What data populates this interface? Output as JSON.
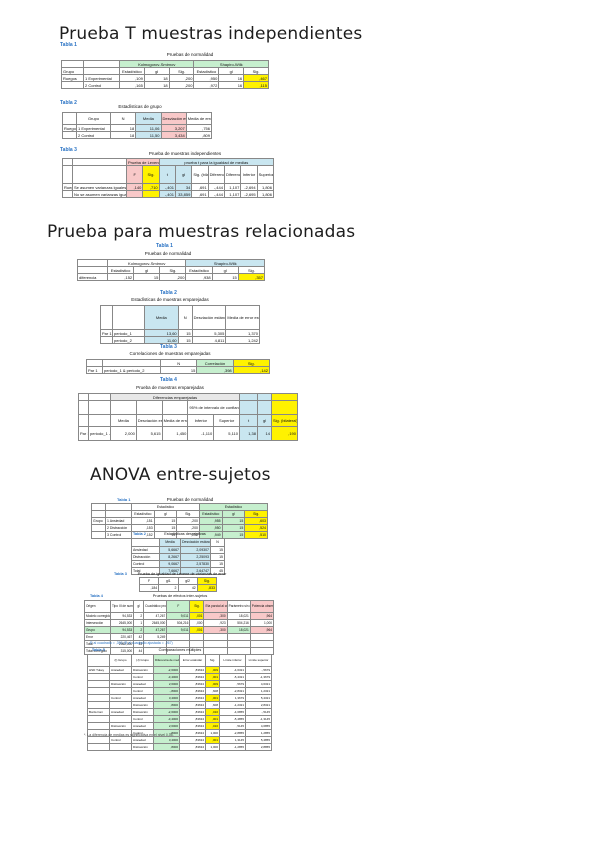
{
  "sections": {
    "t_indep": "Prueba T muestras independientes",
    "t_rel": "Prueba para muestras relacionadas",
    "anova": "ANOVA entre-sujetos"
  },
  "tindep": {
    "tabla1_label": "Tabla 1",
    "tabla1_caption": "Pruebas de normalidad",
    "t1_head1": "Kolmogorov-Smirnov",
    "t1_head2": "Shapiro-Wilk",
    "t1_cols": [
      "Estadístico",
      "gl",
      "Sig.",
      "Estadístico",
      "gl",
      "Sig."
    ],
    "t1_grupo": "Grupo",
    "t1_rowlabel": "Ruegos",
    "t1_rows": [
      {
        "name": "1 Experimental",
        "v": [
          ",109",
          "18",
          ",200",
          ",950",
          "16",
          ",467"
        ]
      },
      {
        "name": "2 Control",
        "v": [
          ",165",
          "18",
          ",200",
          ",972",
          "16",
          ",115"
        ]
      }
    ],
    "tabla2_label": "Tabla 2",
    "tabla2_caption": "Estadísticas de grupo",
    "t2_cols": [
      "Grupo",
      "N",
      "Media",
      "Desviación estándar",
      "Media de error estándar"
    ],
    "t2_rowlabel": "Ruegos",
    "t2_rows": [
      {
        "name": "1 Experimental",
        "v": [
          "18",
          "11,06",
          "3,207",
          ",756"
        ]
      },
      {
        "name": "2 Control",
        "v": [
          "18",
          "11,50",
          "3,434",
          ",809"
        ]
      }
    ],
    "tabla3_label": "Tabla 3",
    "tabla3_caption": "Prueba de muestras independientes",
    "t3_head1": "Prueba de Levene de igualdad de varianzas",
    "t3_head2": "prueba t para la igualdad de medias",
    "t3_cols": [
      "F",
      "Sig.",
      "t",
      "gl",
      "Sig. (bilateral)",
      "Diferencia de medias",
      "Diferencia de error estándar",
      "Inferior",
      "Superior"
    ],
    "t3_rowlabel": "Ruego",
    "t3_rows": [
      {
        "name": "Se asumen varianzas iguales",
        "v": [
          ",140",
          ",710",
          "-,401",
          "34",
          ",691",
          "-,444",
          "1,107",
          "-2,694",
          "1,806"
        ]
      },
      {
        "name": "No se asumen varianzas iguales",
        "v": [
          "",
          "",
          "-,401",
          "33,859",
          ",691",
          "-,444",
          "1,107",
          "-2,695",
          "1,806"
        ]
      }
    ]
  },
  "trel": {
    "tabla1_label": "Tabla 1",
    "tabla1_caption": "Pruebas de normalidad",
    "t1_head1": "Kolmogorov-Smirnov",
    "t1_head2": "Shapiro-Wilk",
    "t1_cols": [
      "Estadístico",
      "gl",
      "Sig.",
      "Estadístico",
      "gl",
      "Sig."
    ],
    "t1_row": {
      "name": "diferencia",
      "v": [
        ",152",
        "15",
        ",200",
        ",938",
        "15",
        ",357"
      ]
    },
    "tabla2_label": "Tabla 2",
    "tabla2_caption": "Estadísticas de muestras emparejadas",
    "t2_cols": [
      "Media",
      "N",
      "Desviación estándar",
      "Media de error estándar"
    ],
    "t2_rowlabel": "Par 1",
    "t2_rows": [
      {
        "name": "periodo_1",
        "v": [
          "13,60",
          "15",
          "5,305",
          "1,370"
        ]
      },
      {
        "name": "periodo_2",
        "v": [
          "11,60",
          "15",
          "4,811",
          "1,242"
        ]
      }
    ],
    "tabla3_label": "Tabla 3",
    "tabla3_caption": "Correlaciones de muestras emparejadas",
    "t3_cols": [
      "N",
      "Correlación",
      "Sig."
    ],
    "t3_row": {
      "name": "Par 1",
      "desc": "periodo_1 & periodo_2",
      "v": [
        "15",
        ",398",
        ",142"
      ]
    },
    "tabla4_label": "Tabla 4",
    "tabla4_caption": "Prueba de muestras emparejadas",
    "t4_head1": "Diferencias emparejadas",
    "t4_head2": "95% de intervalo de confianza de la diferencia",
    "t4_cols": [
      "Media",
      "Desviación estándar",
      "Media de error estándar",
      "Inferior",
      "Superior",
      "t",
      "gl",
      "Sig. (bilateral)"
    ],
    "t4_row": {
      "name": "Par 1",
      "desc": "periodo_1 - periodo_2",
      "v": [
        "2,000",
        "5,615",
        "1,450",
        "-1,110",
        "5,110",
        "1,38",
        "14",
        ",190"
      ]
    }
  },
  "anova": {
    "tabla1_label": "Tabla 1",
    "tabla1_caption": "Pruebas de normalidad",
    "t1_cols": [
      "Estadístico",
      "gl",
      "Sig.",
      "Estadístico",
      "gl",
      "Sig."
    ],
    "t1_rowlabel": "Grupo",
    "t1_rows": [
      {
        "name": "1 Ansiedad",
        "v": [
          ",151",
          "15",
          ",200",
          ",955",
          "15",
          ",603"
        ]
      },
      {
        "name": "2 Distracción",
        "v": [
          ",153",
          "15",
          ",200",
          ",950",
          "15",
          ",524"
        ]
      },
      {
        "name": "3 Control",
        "v": [
          ",152",
          "15",
          ",200",
          ",949",
          "15",
          ",510"
        ]
      }
    ],
    "tabla2_label": "Tabla 2",
    "tabla2_caption": "Estadísticas descriptivas",
    "t2_cols": [
      "Media",
      "Desviación estándar",
      "N"
    ],
    "t2_rows": [
      {
        "name": "Ansiedad",
        "v": [
          "5,6667",
          "2,09307",
          "15"
        ]
      },
      {
        "name": "Distracción",
        "v": [
          "8,2667",
          "2,25093",
          "15"
        ]
      },
      {
        "name": "Control",
        "v": [
          "9,0667",
          "2,57830",
          "15"
        ]
      },
      {
        "name": "Total",
        "v": [
          "7,6667",
          "2,64747",
          "45"
        ]
      }
    ],
    "tabla3_label": "Tabla 3",
    "tabla3_caption": "Prueba de igualdad de Levene de varianzas de error",
    "t3_cols": [
      "F",
      "gl1",
      "gl2",
      "Sig."
    ],
    "t3_row": [
      ",184",
      "2",
      "42",
      ",833"
    ],
    "tabla4_label": "Tabla 4",
    "tabla4_caption": "Pruebas de efectos inter-sujetos",
    "t4_cols": [
      "Origen",
      "Tipo III de suma de cuadrados",
      "gl",
      "Cuadrático promedio",
      "F",
      "Sig.",
      "Eta parcial al cuadrado",
      "Parámetro sin centralidad",
      "Potencia observada"
    ],
    "t4_rows": [
      {
        "name": "Modelo corregido",
        "v": [
          "94,533",
          "2",
          "47,267",
          "9,011",
          ",001",
          ",300",
          "18,021",
          ",964"
        ]
      },
      {
        "name": "Intersección",
        "v": [
          "2645,000",
          "1",
          "2645,000",
          "504,216",
          ",000",
          ",923",
          "504,216",
          "1,000"
        ]
      },
      {
        "name": "Grupo",
        "v": [
          "94,533",
          "2",
          "47,267",
          "9,011",
          ",001",
          ",300",
          "18,021",
          ",964"
        ]
      },
      {
        "name": "Error",
        "v": [
          "220,467",
          "42",
          "5,249",
          "",
          "",
          "",
          "",
          ""
        ]
      },
      {
        "name": "Total",
        "v": [
          "2960,000",
          "45",
          "",
          "",
          "",
          "",
          "",
          ""
        ]
      },
      {
        "name": "Total corregido",
        "v": [
          "315,000",
          "44",
          "",
          "",
          "",
          "",
          "",
          ""
        ]
      }
    ],
    "t4_note": "R al cuadrado = ,300 (R al cuadrado ajustada = ,267)",
    "tabla5_label": "Tabla 5",
    "tabla5_caption": "Comparaciones múltiples",
    "t5_cols": [
      "(I) Grupo",
      "(J) Grupo",
      "Diferencia de medias (I-J)",
      "Error estándar",
      "Sig.",
      "Límite inferior",
      "Límite superior"
    ],
    "t5_blocks": [
      {
        "test": "HSD Tukey",
        "rows": [
          {
            "i": "Ansiedad",
            "j": "Distracción",
            "v": [
              "-2,6000",
              ",83634",
              ",009",
              "-4,6321",
              "-,5679"
            ]
          },
          {
            "i": "",
            "j": "Control",
            "v": [
              "-3,4000",
              ",83634",
              ",001",
              "-5,4321",
              "-1,3679"
            ]
          },
          {
            "i": "Distracción",
            "j": "Ansiedad",
            "v": [
              "2,6000",
              ",83634",
              ",009",
              ",5679",
              "4,6321"
            ]
          },
          {
            "i": "",
            "j": "Control",
            "v": [
              "-,8000",
              ",83634",
              ",608",
              "-2,8321",
              "1,2321"
            ]
          },
          {
            "i": "Control",
            "j": "Ansiedad",
            "v": [
              "3,4000",
              ",83634",
              ",001",
              "1,3679",
              "5,4321"
            ]
          },
          {
            "i": "",
            "j": "Distracción",
            "v": [
              ",8000",
              ",83634",
              ",608",
              "-1,2321",
              "2,8321"
            ]
          }
        ]
      },
      {
        "test": "Bonferroni",
        "rows": [
          {
            "i": "Ansiedad",
            "j": "Distracción",
            "v": [
              "-2,6000",
              ",83634",
              ",010",
              "-4,6855",
              "-,5145"
            ]
          },
          {
            "i": "",
            "j": "Control",
            "v": [
              "-3,4000",
              ",83634",
              ",001",
              "-5,4855",
              "-1,3145"
            ]
          },
          {
            "i": "Distracción",
            "j": "Ansiedad",
            "v": [
              "2,6000",
              ",83634",
              ",010",
              ",5145",
              "4,6855"
            ]
          },
          {
            "i": "",
            "j": "Control",
            "v": [
              "-,8000",
              ",83634",
              "1,000",
              "-2,8855",
              "1,2855"
            ]
          },
          {
            "i": "Control",
            "j": "Ansiedad",
            "v": [
              "3,4000",
              ",83634",
              ",001",
              "1,3145",
              "5,4855"
            ]
          },
          {
            "i": "",
            "j": "Distracción",
            "v": [
              ",8000",
              ",83634",
              "1,000",
              "-1,2855",
              "2,8855"
            ]
          }
        ]
      }
    ],
    "t5_note": "*. La diferencia de medias es significativa en el nivel 0,05."
  }
}
